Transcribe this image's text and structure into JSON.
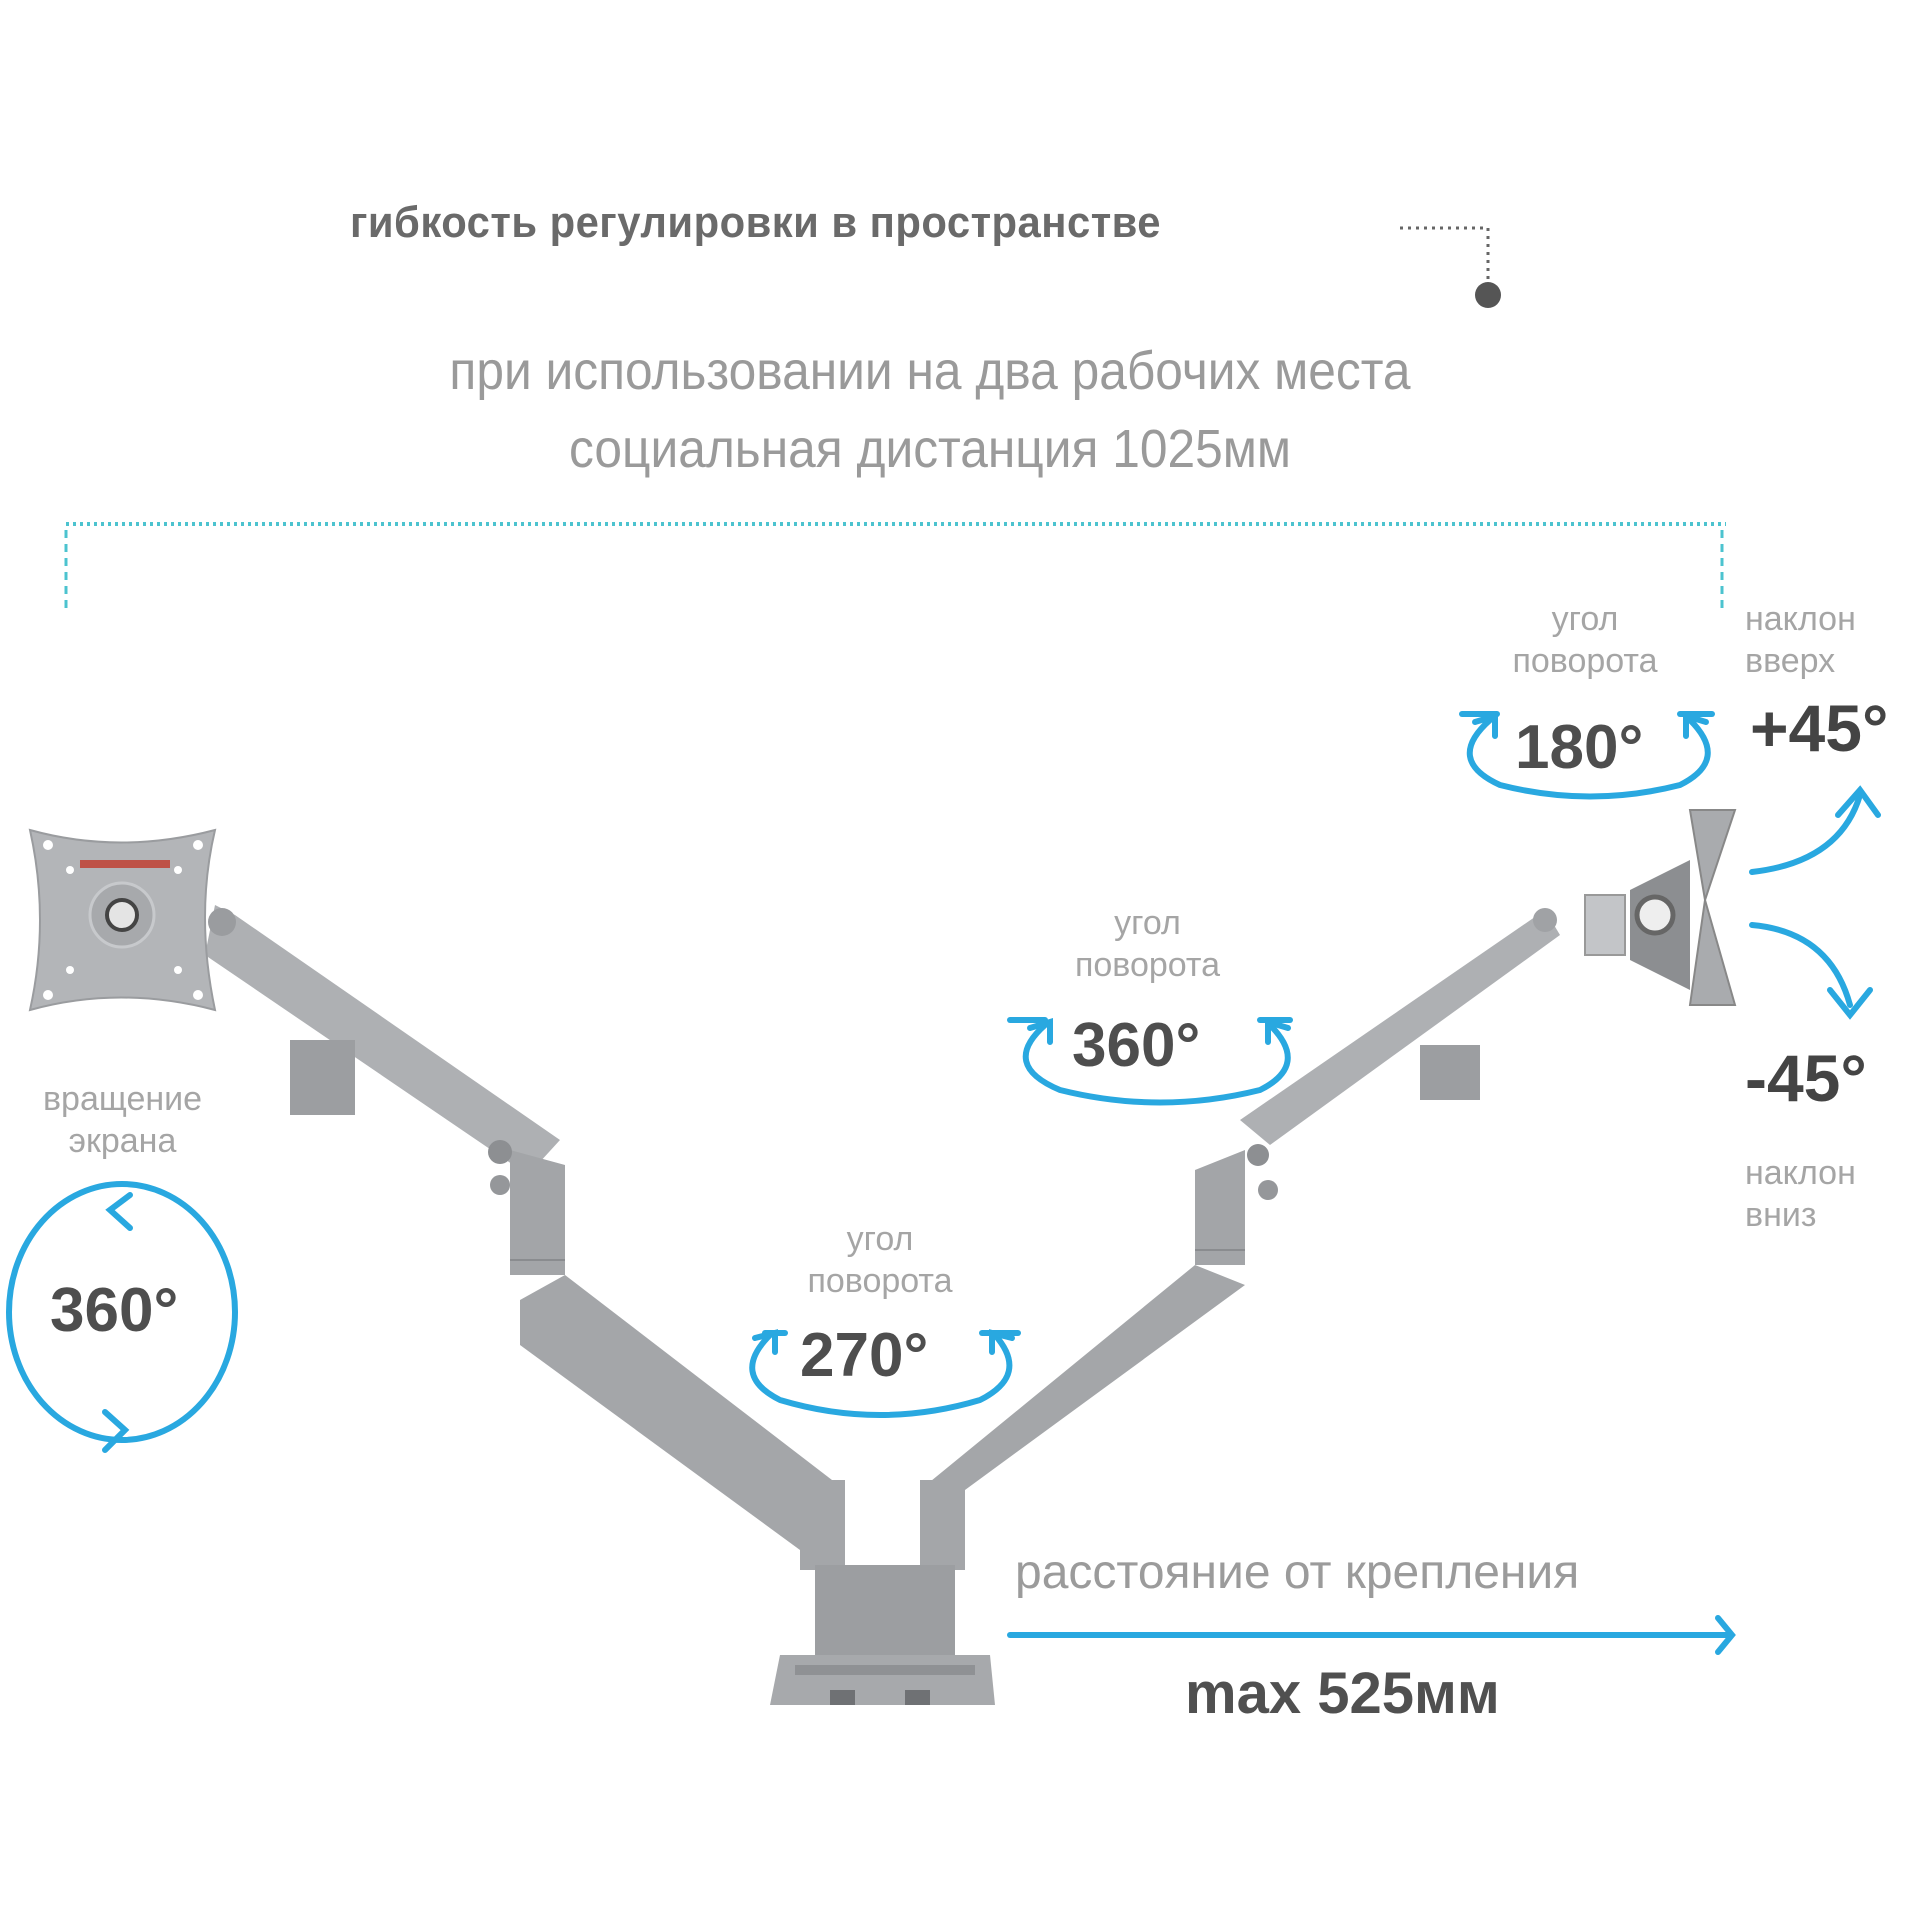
{
  "header": {
    "title": "гибкость регулировки в пространстве",
    "subtitle_line1": "при использовании на два рабочих места",
    "subtitle_line2": "социальная дистанция 1025мм"
  },
  "annotations": {
    "screen_rotation": {
      "label_line1": "вращение",
      "label_line2": "экрана",
      "value": "360°"
    },
    "base_rotation": {
      "label_line1": "угол",
      "label_line2": "поворота",
      "value": "270°"
    },
    "elbow_rotation": {
      "label_line1": "угол",
      "label_line2": "поворота",
      "value": "360°"
    },
    "head_rotation": {
      "label_line1": "угол",
      "label_line2": "поворота",
      "value": "180°"
    },
    "tilt_up": {
      "label_line1": "наклон",
      "label_line2": "вверх",
      "value": "+45°"
    },
    "tilt_down": {
      "label_line1": "наклон",
      "label_line2": "вниз",
      "value": "-45°"
    },
    "reach": {
      "label": "расстояние от крепления",
      "value": "max 525мм"
    }
  },
  "colors": {
    "accent_blue": "#29a8e0",
    "dotted_teal": "#4cc3cf",
    "arm_silver": "#a9abae",
    "arm_dark": "#8c8e91",
    "text_dark": "#4e4e4e",
    "text_light": "#a5a5a5"
  }
}
